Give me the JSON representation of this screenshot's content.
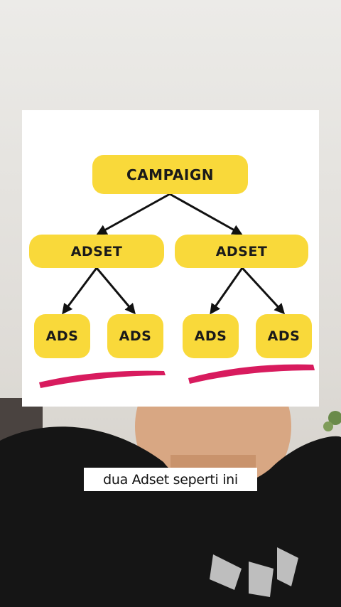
{
  "diagram": {
    "root": "CAMPAIGN",
    "adsets": [
      {
        "label": "ADSET",
        "ads": [
          "ADS",
          "ADS"
        ]
      },
      {
        "label": "ADSET",
        "ads": [
          "ADS",
          "ADS"
        ]
      }
    ],
    "colors": {
      "node_fill": "#f9d93a",
      "arrow": "#111111",
      "underline": "#d81b5e"
    }
  },
  "caption": "dua Adset seperti ini"
}
